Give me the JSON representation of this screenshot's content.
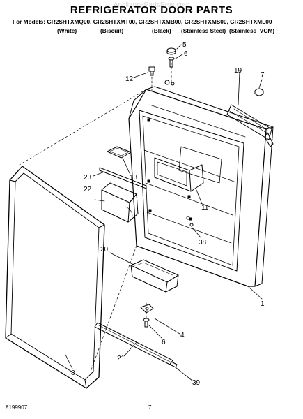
{
  "header": {
    "watermark": "AppliancePartsPros.com",
    "title": "REFRIGERATOR DOOR PARTS",
    "models_line": "For Models: GR2SHTXMQ00, GR2SHTXMT00, GR2SHTXMB00, GR2SHTXMS00, GR2SHTXML00",
    "colors": [
      "(White)",
      "(Biscuit)",
      "(Black)",
      "(Stainless Steel)",
      "(Stainless–VCM)"
    ]
  },
  "callouts": [
    "1",
    "4",
    "5",
    "6",
    "6",
    "7",
    "8",
    "11",
    "12",
    "13",
    "19",
    "20",
    "21",
    "22",
    "23",
    "38",
    "39"
  ],
  "footer": {
    "doc_number": "8199907",
    "page_number": "7"
  }
}
